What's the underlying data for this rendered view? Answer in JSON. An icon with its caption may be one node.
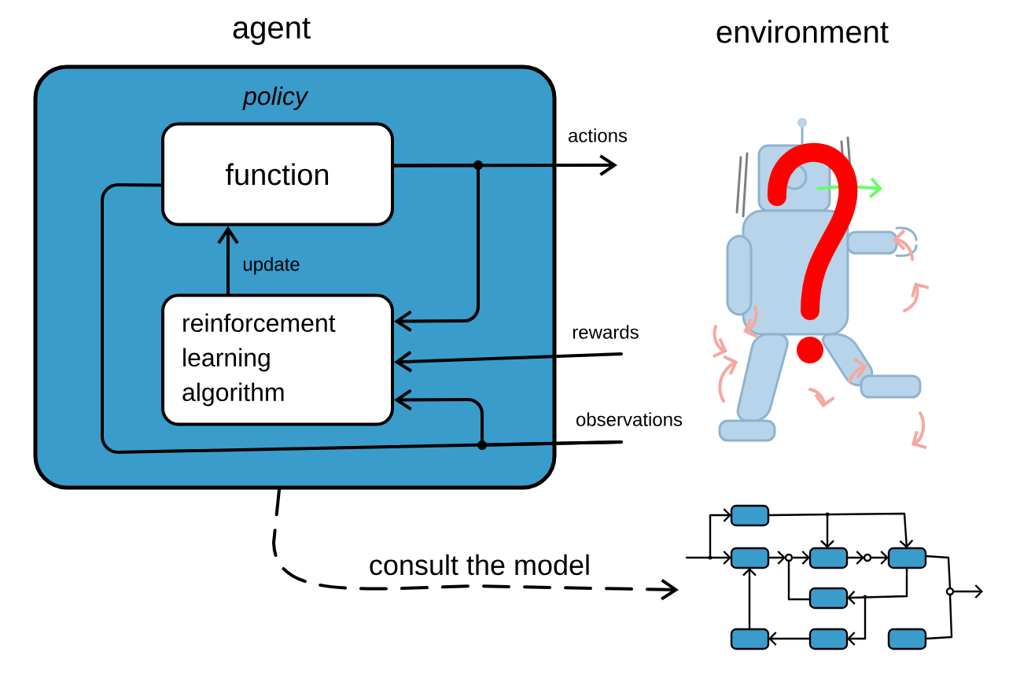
{
  "diagram": {
    "nodes": [
      {
        "text": [
          "agent",
          "policy"
        ]
      },
      {
        "text": [
          "function"
        ],
        "in": 0
      },
      {
        "text": [
          "reinforcement learning algorithm"
        ],
        "in": 0
      },
      {
        "text": [
          "environment"
        ]
      },
      {
        "text": [],
        "shape": "picture"
      }
    ],
    "edges": [
      {
        "from": 1,
        "to": null,
        "arrow": "to",
        "label": "actions"
      },
      {
        "from": 1,
        "to": 2,
        "arrow": "to"
      },
      {
        "from": 2,
        "to": 1,
        "arrow": "to",
        "label": "update"
      },
      {
        "from": null,
        "to": 2,
        "arrow": "to",
        "label": "rewards"
      },
      {
        "from": null,
        "to": 2,
        "arrow": "to",
        "label": "observations"
      },
      {
        "from": null,
        "to": 1,
        "arrow": "none"
      },
      {
        "from": 0,
        "to": 4,
        "arrow": "to",
        "label": "consult the model",
        "style": "dashed"
      }
    ]
  }
}
